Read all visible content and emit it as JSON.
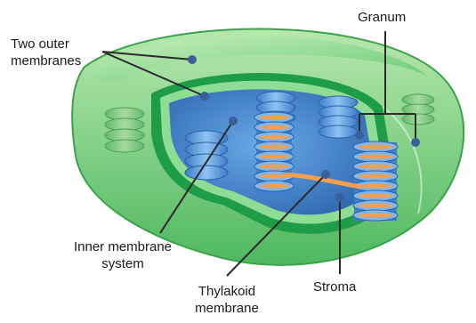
{
  "labels": {
    "outer_membranes": [
      "Two outer",
      "membranes"
    ],
    "granum": "Granum",
    "inner_membrane_system": [
      "Inner membrane",
      "system"
    ],
    "thylakoid_membrane": [
      "Thylakoid",
      "membrane"
    ],
    "stroma": "Stroma"
  },
  "colors": {
    "outer_green_light": "#9fdc9a",
    "outer_green": "#5cc46a",
    "membrane_dark_green": "#1aa04a",
    "stroma_blue": "#4a8fd6",
    "stroma_blue_dark": "#2f6fb8",
    "disc_blue": "#6ba8e8",
    "disc_orange": "#f0a050",
    "label_line": "#2b2b2b",
    "pointer_dot": "#3a5f9a"
  }
}
